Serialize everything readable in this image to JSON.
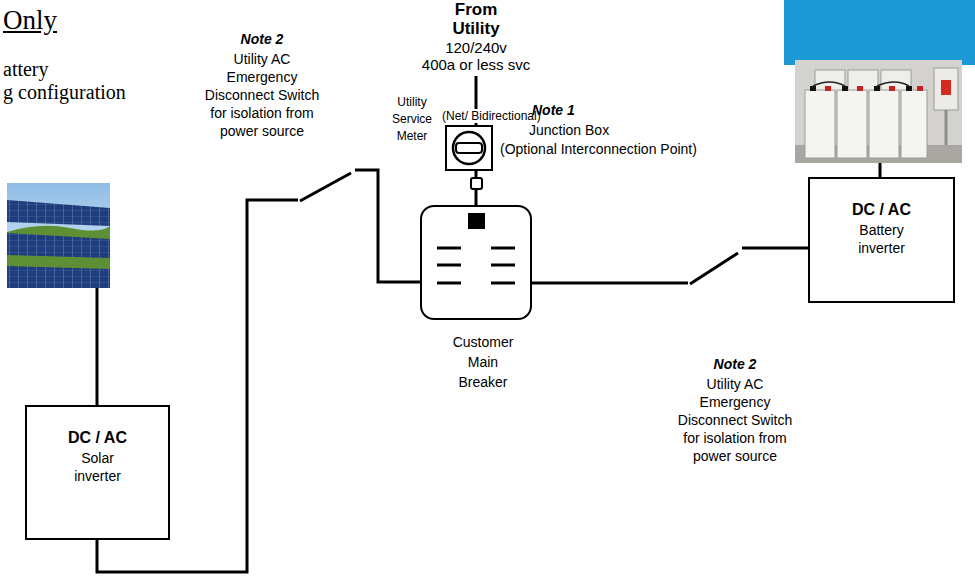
{
  "diagram": {
    "nodes": [
      {
        "text": [
          "Note 2",
          "Utility AC Emergency Disconnect Switch for isolation from power source"
        ]
      },
      {
        "text": [
          "Utility Service Meter",
          "(Net/ Bidirectional)"
        ]
      },
      {
        "text": [
          "Note 1",
          "Junction Box",
          "(Optional Interconnection Point)"
        ]
      },
      {
        "text": [
          "DC / AC",
          "Battery inverter"
        ]
      },
      {
        "text": [
          "Customer Main Breaker"
        ]
      },
      {
        "text": [
          "Note 2",
          "Utility AC Emergency Disconnect Switch for isolation from power source"
        ]
      },
      {
        "text": [
          "DC / AC",
          "Solar inverter"
        ]
      }
    ],
    "edges": [
      {
        "from": 1,
        "to": 2,
        "arrow": "none"
      },
      {
        "from": 2,
        "to": 4,
        "arrow": "none"
      },
      {
        "from": 4,
        "to": 0,
        "arrow": "none"
      },
      {
        "from": 0,
        "to": 6,
        "arrow": "none"
      },
      {
        "from": 4,
        "to": 5,
        "arrow": "none"
      },
      {
        "from": 5,
        "to": 3,
        "arrow": "none"
      }
    ],
    "labels": [
      "Only",
      "attery",
      "g configuration",
      "From Utility",
      "120/240v",
      "400a or less svc"
    ]
  }
}
